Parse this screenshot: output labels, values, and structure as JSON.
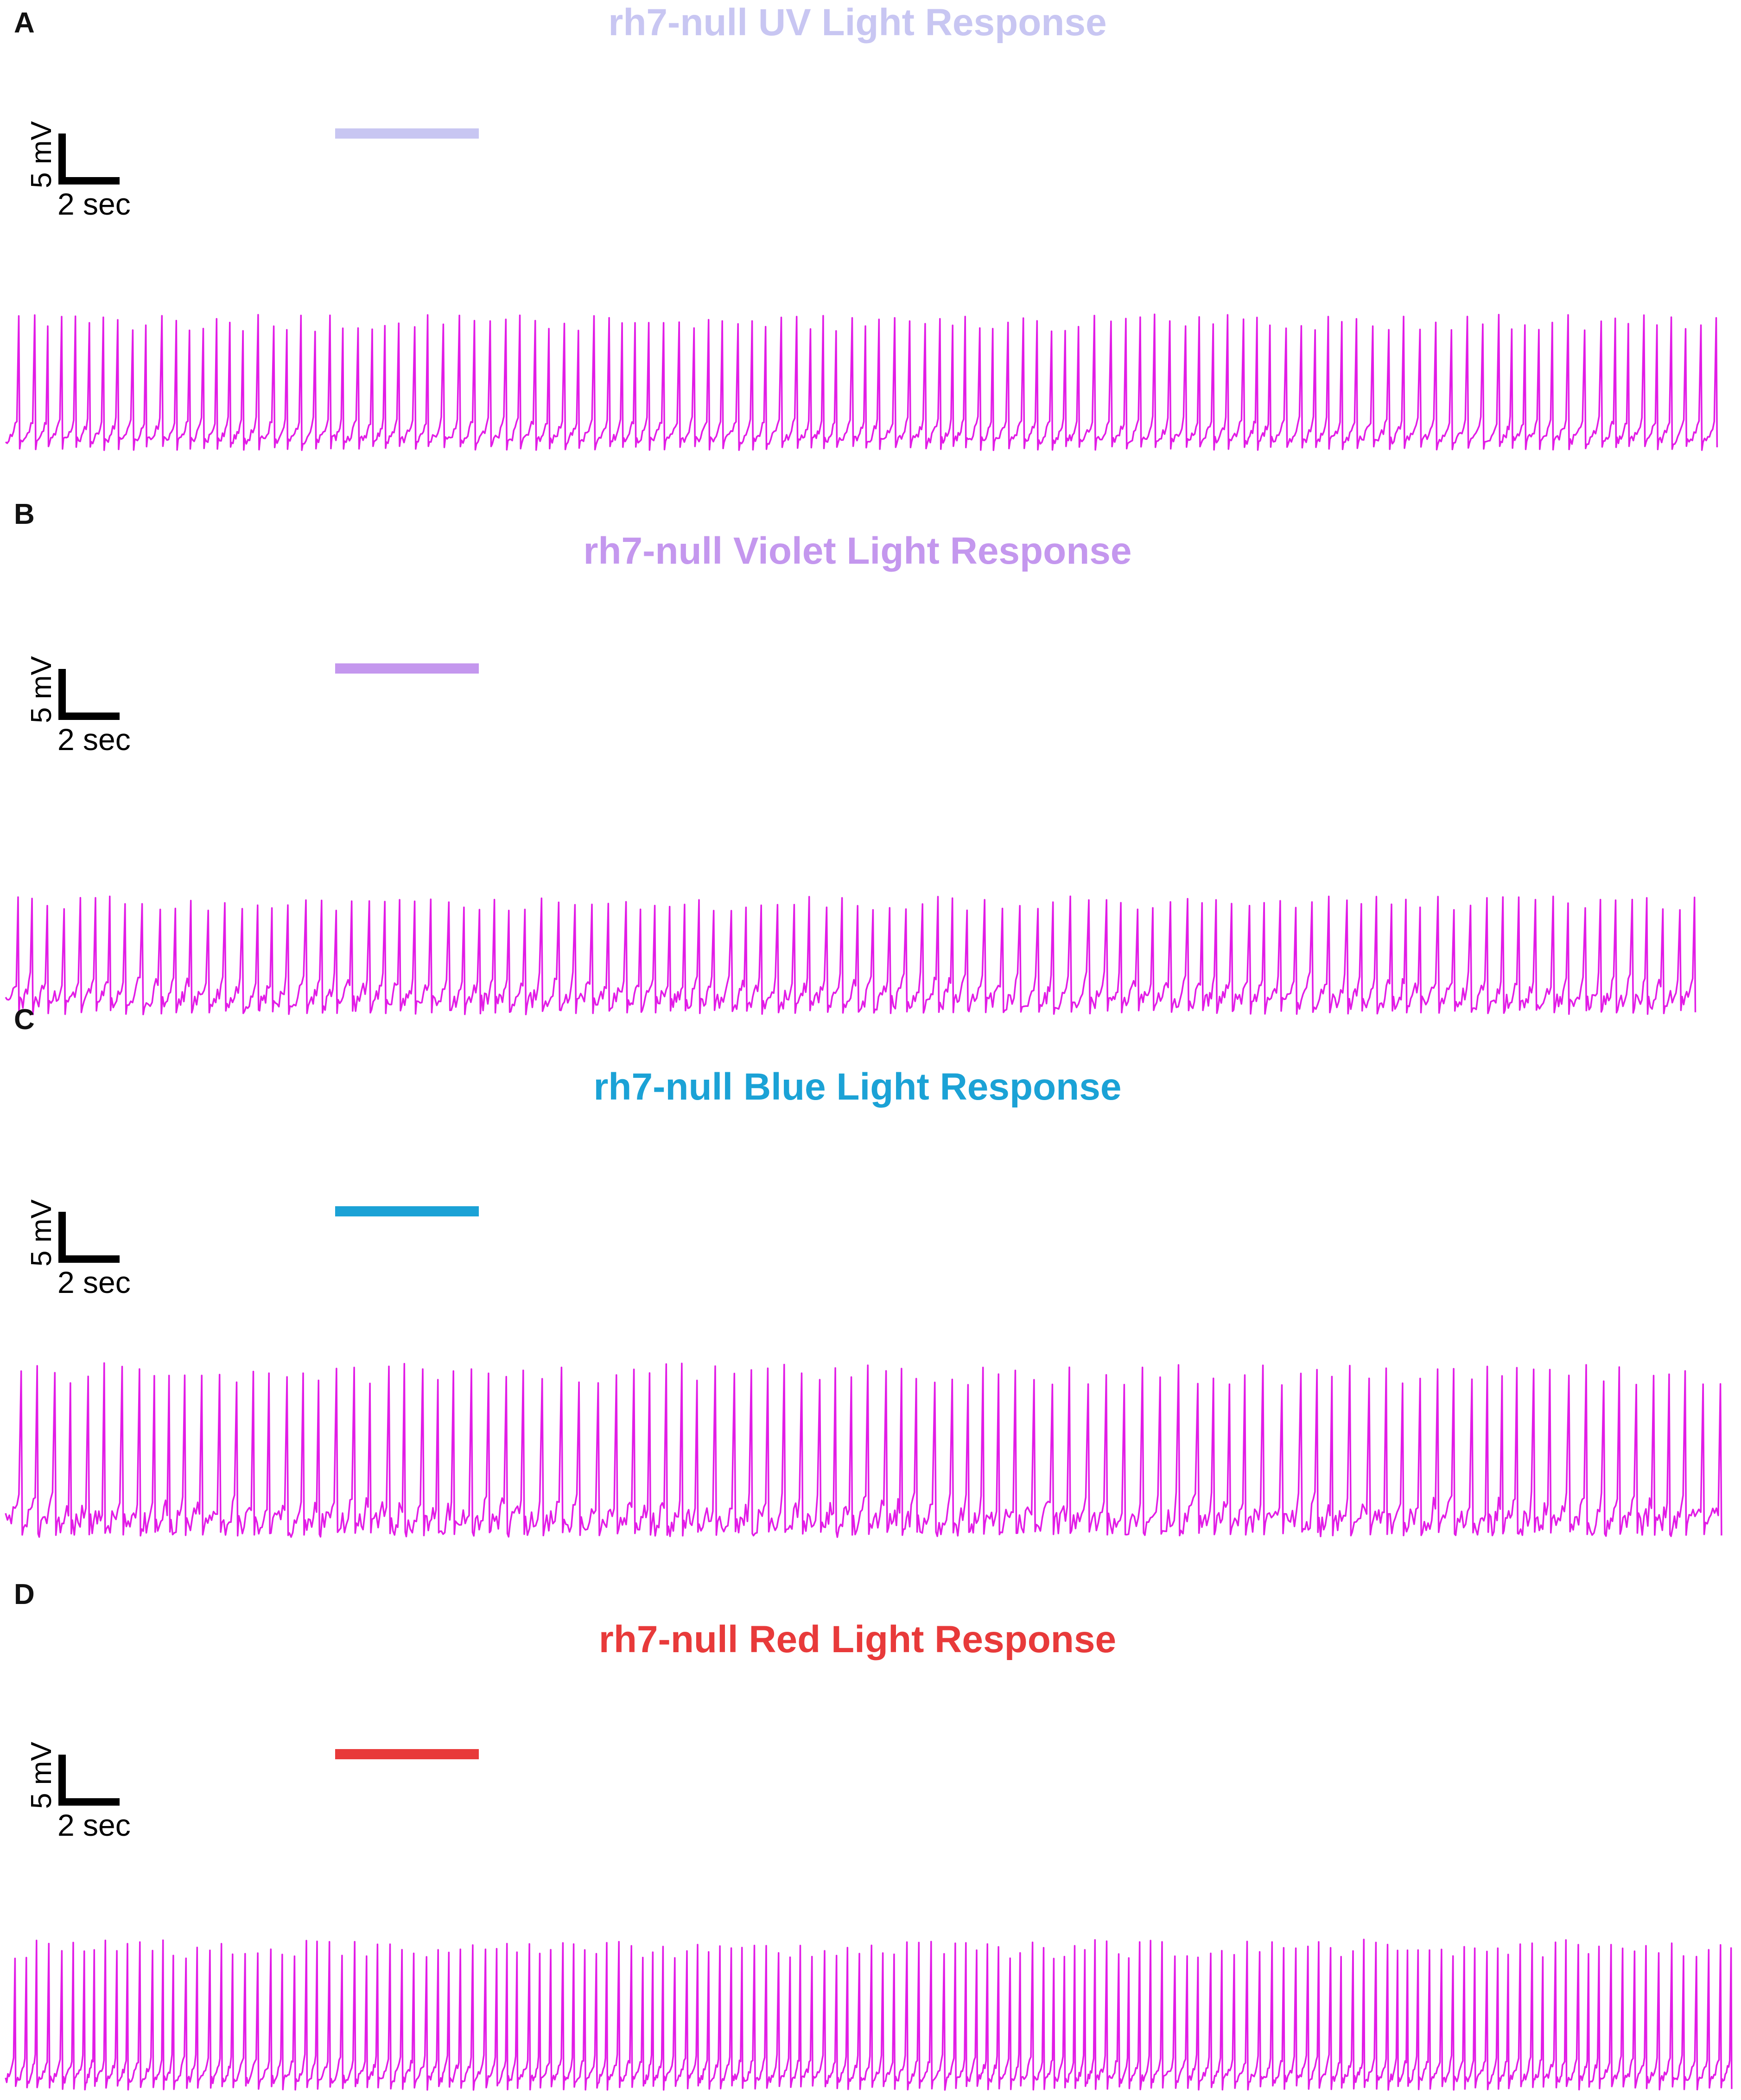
{
  "chart_data": [
    {
      "type": "line",
      "panel": "A",
      "title": "rh7-null UV Light Response",
      "title_color": "#c8c6f2",
      "stimulus_color": "#c8c6f2",
      "trace_color": "#e21ce6",
      "scale_bar": {
        "voltage": "5 mV",
        "time": "2 sec"
      },
      "series": [
        {
          "spike_count": 118,
          "spike_amplitude_mv": 7.5,
          "noise_mv": 0.25,
          "seed": 11
        }
      ]
    },
    {
      "type": "line",
      "panel": "B",
      "title": "rh7-null Violet Light Response",
      "title_color": "#c497ee",
      "stimulus_color": "#c497ee",
      "trace_color": "#e21ce6",
      "scale_bar": {
        "voltage": "5 mV",
        "time": "2 sec"
      },
      "series": [
        {
          "spike_count": 106,
          "spike_amplitude_mv": 5.5,
          "noise_mv": 0.45,
          "seed": 23
        }
      ]
    },
    {
      "type": "line",
      "panel": "C",
      "title": "rh7-null Blue Light Response",
      "title_color": "#1ba2d6",
      "stimulus_color": "#1ba2d6",
      "trace_color": "#e21ce6",
      "scale_bar": {
        "voltage": "5 mV",
        "time": "2 sec"
      },
      "series": [
        {
          "spike_count": 101,
          "spike_amplitude_mv": 9.0,
          "noise_mv": 0.7,
          "seed": 37
        }
      ]
    },
    {
      "type": "line",
      "panel": "D",
      "title": "rh7-null Red Light Response",
      "title_color": "#e83a3a",
      "stimulus_color": "#e83a3a",
      "trace_color": "#e21ce6",
      "scale_bar": {
        "voltage": "5 mV",
        "time": "2 sec"
      },
      "series": [
        {
          "spike_count": 150,
          "spike_amplitude_mv": 8.0,
          "noise_mv": 0.25,
          "seed": 53
        }
      ]
    }
  ]
}
